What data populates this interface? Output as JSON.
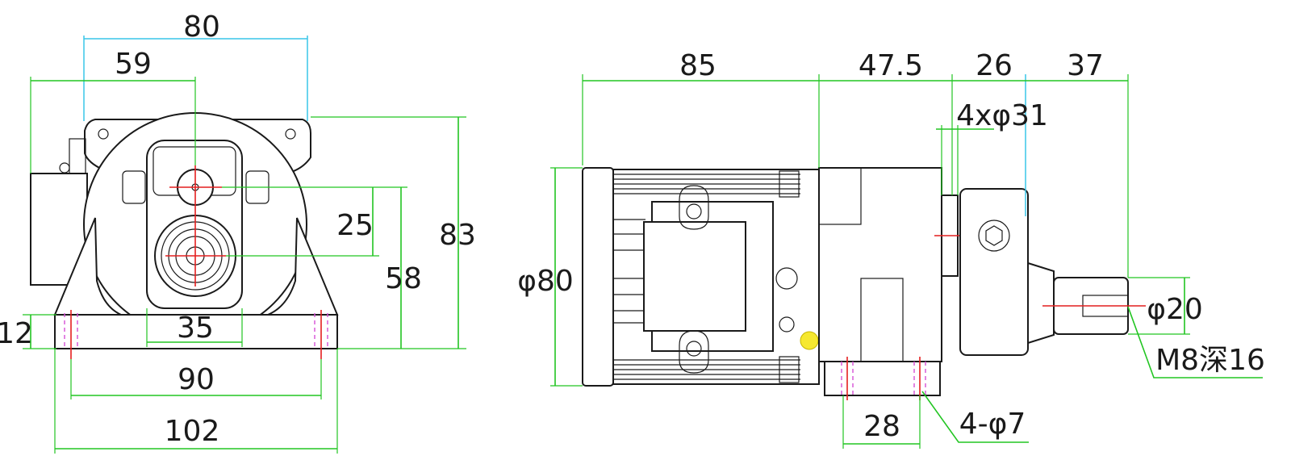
{
  "front_view": {
    "dim_width_top": "80",
    "dim_center_offset": "59",
    "dim_total_height": "83",
    "dim_shaft_to_bottom": "58",
    "dim_shaft_spacing": "25",
    "dim_inner_width": "35",
    "dim_base_thickness": "12",
    "dim_mount_spacing": "90",
    "dim_base_width": "102"
  },
  "side_view": {
    "dim_motor_length": "85",
    "dim_gearbox_length": "47.5",
    "dim_coupling_length": "26",
    "dim_shaft_length": "37",
    "dim_bolt_pattern": "4xφ31",
    "dim_motor_diameter": "φ80",
    "dim_shaft_diameter": "φ20",
    "dim_thread": "M8深16",
    "dim_foot_spacing": "28",
    "dim_foot_holes": "4-φ7"
  },
  "colors": {
    "dimension": "#22c522",
    "centerline": "#e41f1f",
    "hidden_hole": "#d64fd6",
    "reference": "#39c6e8",
    "outline": "#1a1a1a"
  }
}
